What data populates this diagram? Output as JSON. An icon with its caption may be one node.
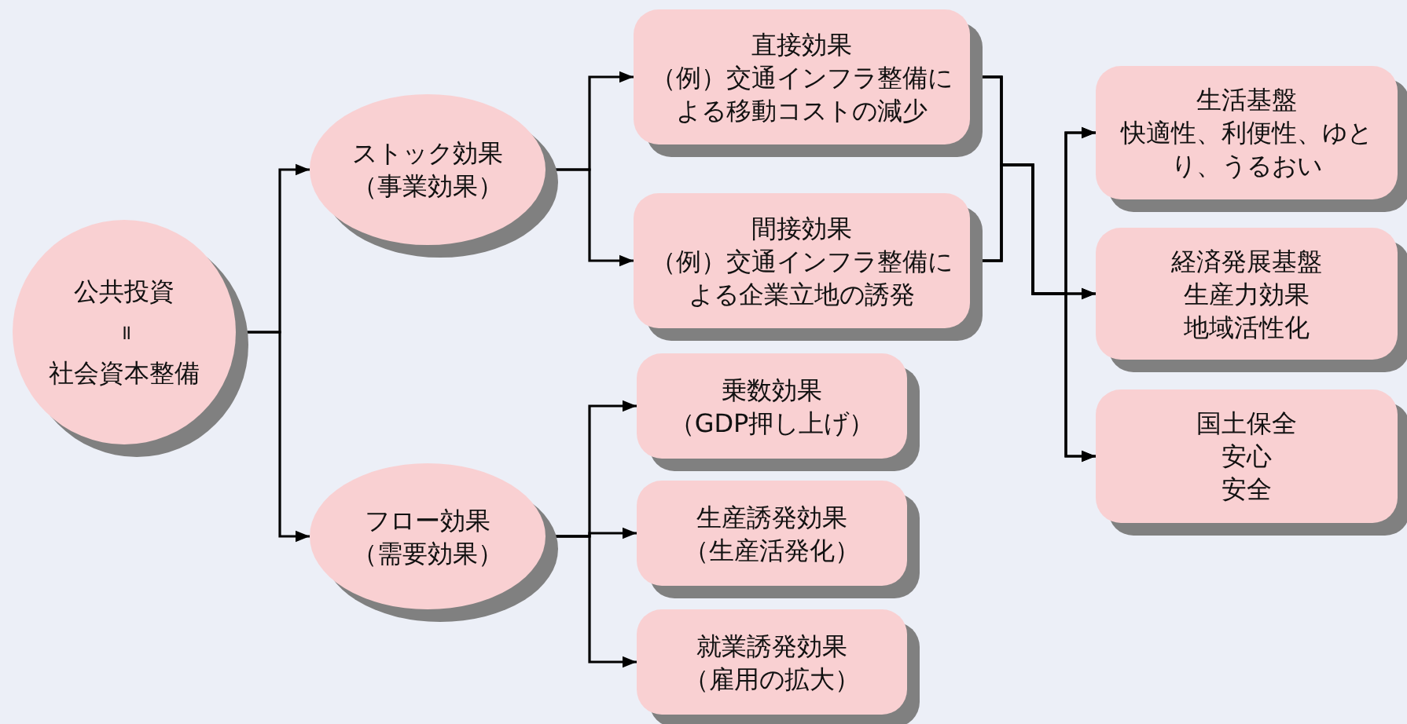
{
  "diagram": {
    "nodes": [
      {
        "text": [
          "公共投資",
          "=",
          "社会資本整備"
        ]
      },
      {
        "text": [
          "ストック効果",
          "（事業効果）"
        ]
      },
      {
        "text": [
          "直接効果",
          "（例）交通インフラ整備による移動コストの減少"
        ]
      },
      {
        "text": [
          "間接効果",
          "（例）交通インフラ整備による企業立地の誘発"
        ]
      },
      {
        "text": [
          "フロー効果",
          "（需要効果）"
        ]
      },
      {
        "text": [
          "乗数効果",
          "（GDP押し上げ）"
        ]
      },
      {
        "text": [
          "生産誘発効果",
          "（生産活発化）"
        ]
      },
      {
        "text": [
          "就業誘発効果",
          "（雇用の拡大）"
        ]
      },
      {
        "text": [
          "生活基盤",
          "快適性、利便性、ゆとり、うるおい"
        ]
      },
      {
        "text": [
          "経済発展基盤",
          "生産力効果",
          "地域活性化"
        ]
      },
      {
        "text": [
          "国土保全",
          "安心",
          "安全"
        ]
      }
    ],
    "edges": [
      {
        "from": 0,
        "to": 1,
        "arrow": "to"
      },
      {
        "from": 0,
        "to": 4,
        "arrow": "to"
      },
      {
        "from": 1,
        "to": 2,
        "arrow": "to"
      },
      {
        "from": 1,
        "to": 3,
        "arrow": "to"
      },
      {
        "from": 4,
        "to": 5,
        "arrow": "to"
      },
      {
        "from": 4,
        "to": 6,
        "arrow": "to"
      },
      {
        "from": 4,
        "to": 7,
        "arrow": "to"
      },
      {
        "from": 2,
        "to": 8,
        "arrow": "to"
      },
      {
        "from": 2,
        "to": 9,
        "arrow": "to"
      },
      {
        "from": 2,
        "to": 10,
        "arrow": "to"
      },
      {
        "from": 3,
        "to": 8,
        "arrow": "to"
      },
      {
        "from": 3,
        "to": 9,
        "arrow": "to"
      },
      {
        "from": 3,
        "to": 10,
        "arrow": "to"
      }
    ]
  }
}
